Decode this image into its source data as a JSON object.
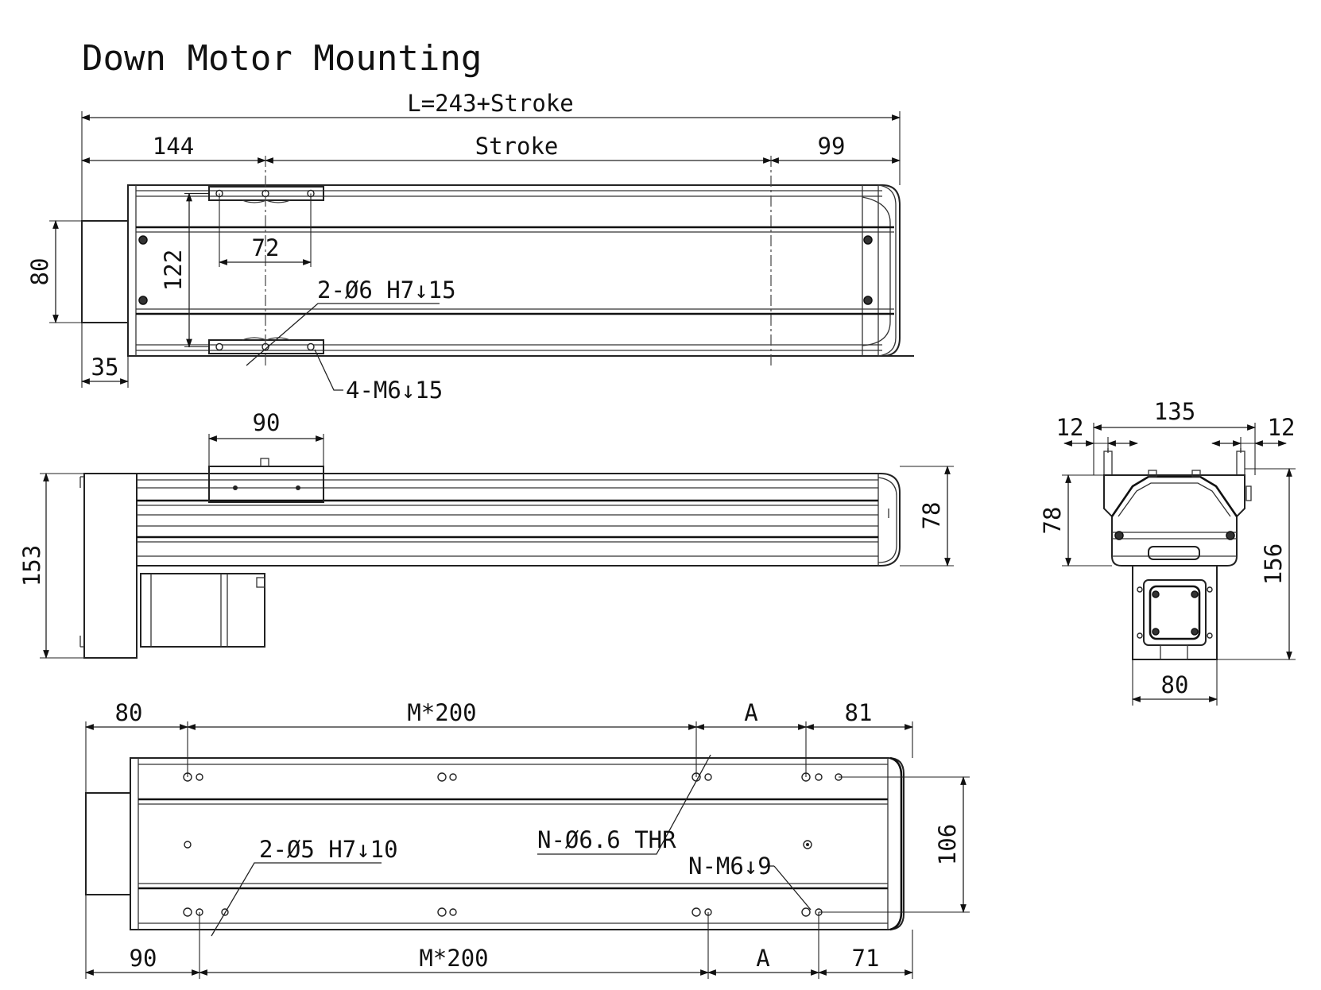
{
  "title": "Down Motor Mounting",
  "top_view": {
    "overall_length": "L=243+Stroke",
    "left_offset": "144",
    "stroke": "Stroke",
    "right_offset": "99",
    "motor_width": "80",
    "motor_extension": "35",
    "carriage_hole_span": "122",
    "carriage_hole_pitch": "72",
    "dowel_note": "2-Ø6 H7↓15",
    "screw_note": "4-M6↓15"
  },
  "side_view": {
    "carriage_length": "90",
    "total_height": "153",
    "body_height": "78"
  },
  "end_view": {
    "width": "135",
    "rail_left": "12",
    "rail_right": "12",
    "body_height": "78",
    "total_height": "156",
    "motor_flange": "80"
  },
  "bottom_view": {
    "top_left": "80",
    "top_pitch": "M*200",
    "top_a": "A",
    "top_right": "81",
    "bottom_left": "90",
    "bottom_pitch": "M*200",
    "bottom_a": "A",
    "bottom_right": "71",
    "hole_span": "106",
    "dowel_note": "2-Ø5 H7↓10",
    "thru_note": "N-Ø6.6 THR",
    "screw_note": "N-M6↓9"
  }
}
